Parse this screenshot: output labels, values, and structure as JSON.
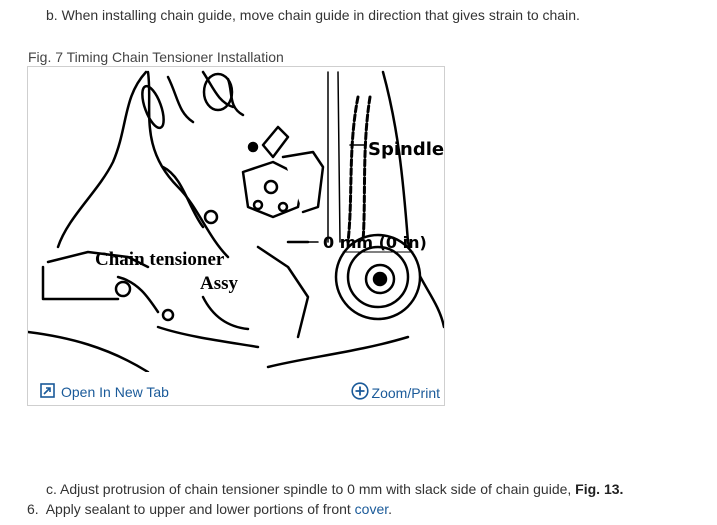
{
  "steps": {
    "b_text": "b. When installing chain guide, move chain guide in direction that gives strain to chain.",
    "c_text": "c. Adjust protrusion of chain tensioner spindle to 0 mm with slack side of chain guide,",
    "c_ref": "Fig. 13.",
    "six_number": "6.",
    "six_text": "Apply sealant to upper and lower portions of front",
    "six_link": "cover",
    "six_end": "."
  },
  "figure": {
    "caption": "Fig. 7 Timing Chain Tensioner Installation",
    "labels": {
      "spindle": "Spindle",
      "zero": "0 mm (0 in)",
      "tensioner": "Chain tensioner",
      "assy": "Assy"
    },
    "open_tab": "Open In New Tab",
    "zoom_print": "Zoom/Print"
  },
  "icons": {
    "open_tab": "open-new-tab-icon",
    "zoom": "plus-circle-icon"
  },
  "colors": {
    "link": "#1a5a99",
    "text": "#333333"
  }
}
